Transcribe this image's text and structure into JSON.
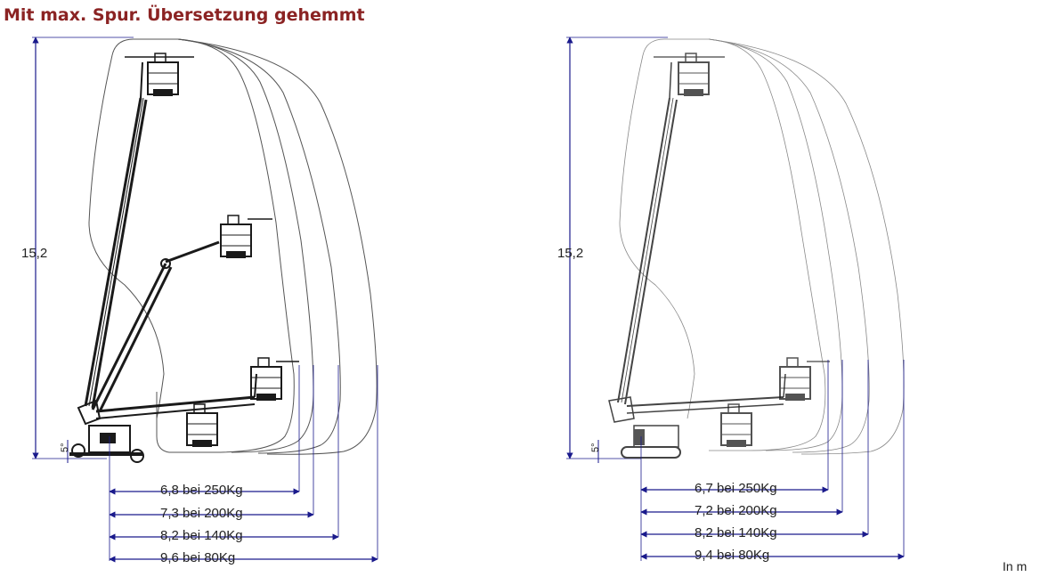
{
  "title": "Mit max. Spur. Übersetzung gehemmt",
  "unit_note": "In m",
  "left": {
    "height_label": "15,2",
    "angle_label": "5°",
    "reach": [
      "6,8 bei 250Kg",
      "7,3 bei 200Kg",
      "8,2 bei 140Kg",
      "9,6 bei 80Kg"
    ]
  },
  "right": {
    "height_label": "15,2",
    "angle_label": "5°",
    "reach": [
      "6,7 bei 250Kg",
      "7,2 bei 200Kg",
      "8,2 bei 140Kg",
      "9,4 bei 80Kg"
    ]
  },
  "colors": {
    "title": "#8b2323",
    "dimension": "#1a1a8c",
    "drawing": "#1a1a1a",
    "envelope": "#555555"
  }
}
